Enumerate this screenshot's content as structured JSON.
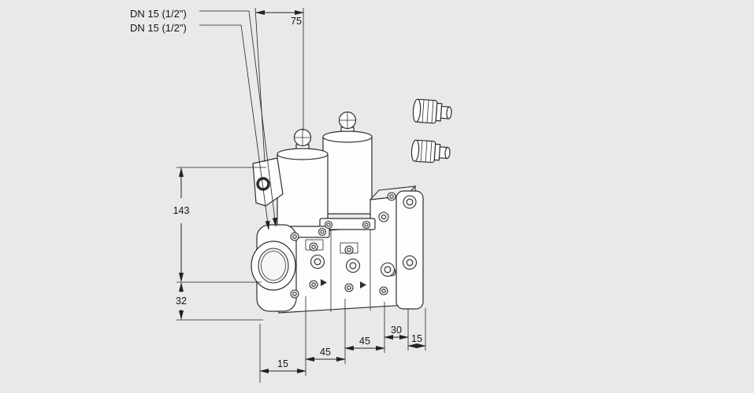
{
  "page": {
    "background": "#e9e9e9",
    "line_color": "#2f2f2f",
    "fill_color": "#fdfdfd"
  },
  "callouts": {
    "port_top": "DN 15 (1/2\")",
    "port_bottom": "DN 15 (1/2\")"
  },
  "dimensions": {
    "width_top": "75",
    "height_body": "143",
    "height_flange": "32",
    "offset_bottom_left": "15",
    "span_a": "45",
    "span_b": "45",
    "span_c": "30",
    "span_right": "15"
  }
}
